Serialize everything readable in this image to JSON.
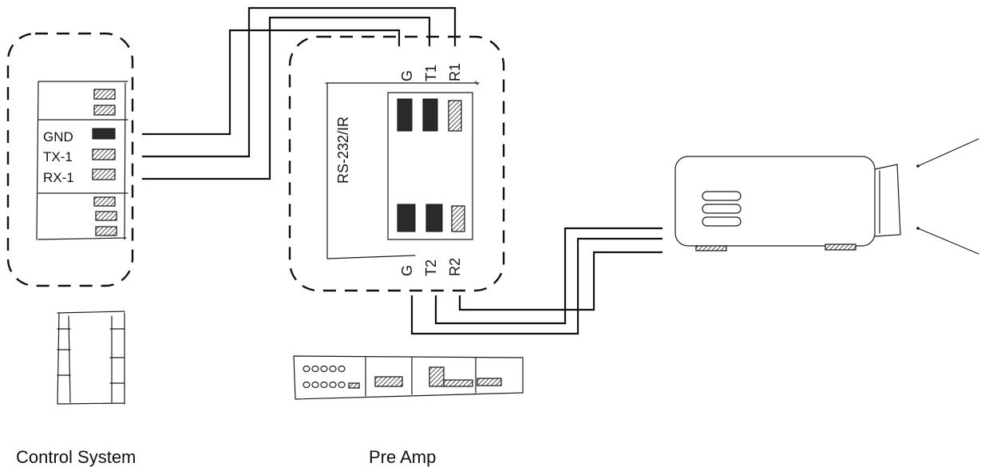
{
  "control_system": {
    "title": "Control System",
    "ports": [
      "GND",
      "TX-1",
      "RX-1"
    ]
  },
  "pre_amp": {
    "title": "Pre Amp",
    "module_label": "RS-232/IR",
    "top_ports": [
      "G",
      "T1",
      "R1"
    ],
    "bottom_ports": [
      "G",
      "T2",
      "R2"
    ]
  },
  "colors": {
    "ink": "#111111",
    "background": "#ffffff"
  },
  "icons": [
    "projector-icon",
    "terminal-block-icon",
    "rack-front-panel-icon"
  ]
}
